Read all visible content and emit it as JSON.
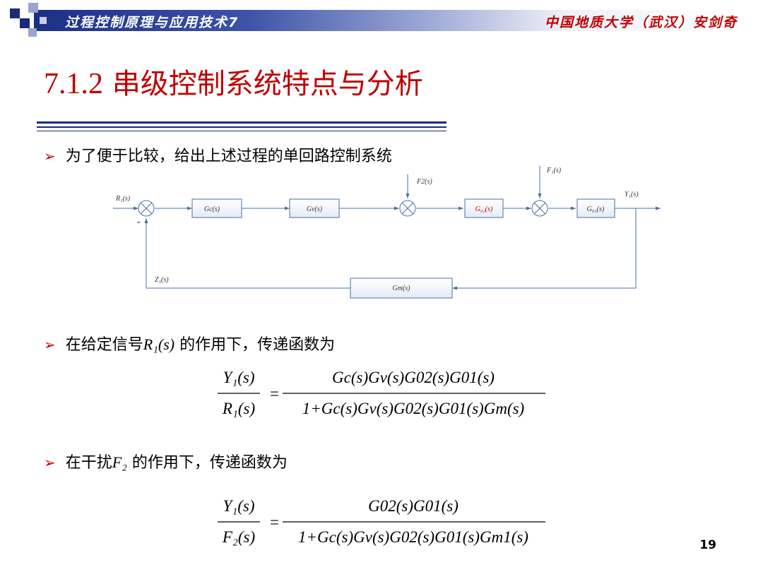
{
  "header": {
    "left_title": "过程控制原理与应用技术7",
    "right_title": "中国地质大学（武汉）安剑奇"
  },
  "slide": {
    "title_number": "7.1.2",
    "title_text": "串级控制系统特点与分析",
    "bullet1": "为了便于比较，给出上述过程的单回路控制系统",
    "bullet2_prefix": "在给定信号",
    "bullet2_symbol": "R₁(s)",
    "bullet2_suffix": " 的作用下，传递函数为",
    "bullet3_prefix": "在干扰",
    "bullet3_symbol": "F₂",
    "bullet3_suffix": " 的作用下，传递函数为",
    "page_number": "19"
  },
  "diagram": {
    "input_label": "R₁(s)",
    "minus_sign": "-",
    "block_gc": "Gc(s)",
    "block_gv": "Gv(s)",
    "block_g02": "G₀₂(s)",
    "block_g01": "G₀₁(s)",
    "block_gm": "Gm(s)",
    "disturbance_f2": "F2(s)",
    "disturbance_f1": "F₁(s)",
    "output_label": "Y₁(s)",
    "feedback_label": "Z₁(s)",
    "highlight_color": "#c00000"
  },
  "formula1": {
    "lhs_num": "Y₁(s)",
    "lhs_den": "R₁(s)",
    "equals": "=",
    "rhs_num": "Gc(s)Gv(s)G02(s)G01(s)",
    "rhs_den": "1+Gc(s)Gv(s)G02(s)G01(s)Gm(s)"
  },
  "formula2": {
    "lhs_num": "Y₁(s)",
    "lhs_den": "F₂(s)",
    "equals": "=",
    "rhs_num": "G02(s)G01(s)",
    "rhs_den": "1+Gc(s)Gv(s)G02(s)G01(s)Gm1(s)"
  }
}
